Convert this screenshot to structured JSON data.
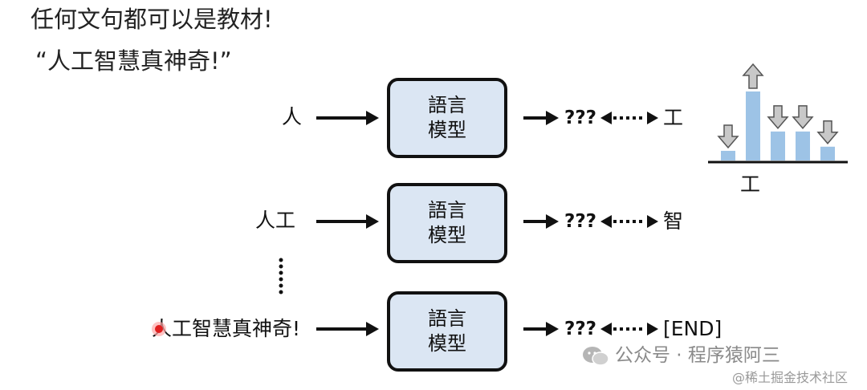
{
  "title": "任何文句都可以是教材!",
  "subtitle": "“人工智慧真神奇!”",
  "model": {
    "line1": "語言",
    "line2": "模型"
  },
  "rows": [
    {
      "input": "人",
      "output": "???",
      "target": "工"
    },
    {
      "input": "人工",
      "output": "???",
      "target": "智"
    },
    {
      "input": "人工智慧真神奇!",
      "output": "???",
      "target": "[END]"
    }
  ],
  "ellipsis": "⋮",
  "distribution": {
    "label": "工",
    "bars": [
      0.14,
      1.0,
      0.42,
      0.42,
      0.2
    ],
    "arrows": [
      "down",
      "up",
      "down",
      "down",
      "down"
    ],
    "colors": {
      "bar": "#9dc3e6",
      "arrow": "#c8c8c8"
    }
  },
  "watermark": {
    "account": "公众号 · 程序猿阿三",
    "site": "@稀土掘金技术社区"
  },
  "colors": {
    "box_fill": "#dbe6f3",
    "box_border": "#111111"
  }
}
